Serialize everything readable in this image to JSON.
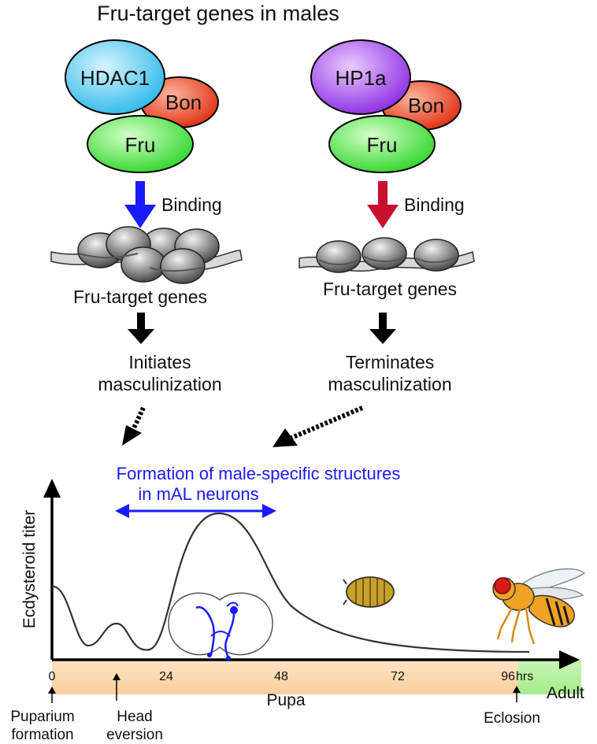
{
  "title": "Fru-target genes in males",
  "left_complex": {
    "proteins": [
      "HDAC1",
      "Bon",
      "Fru"
    ],
    "binding_label": "Binding",
    "genes_label": "Fru-target genes",
    "outcome_line1": "Initiates",
    "outcome_line2": "masculinization",
    "arrow_color": "#1a1aff"
  },
  "right_complex": {
    "proteins": [
      "HP1a",
      "Bon",
      "Fru"
    ],
    "binding_label": "Binding",
    "genes_label": "Fru-target genes",
    "outcome_line1": "Terminates",
    "outcome_line2": "masculinization",
    "arrow_color": "#c8102e"
  },
  "colors": {
    "hdac1": "#39c4f0",
    "hp1a": "#9b3df0",
    "bon": "#e8391d",
    "fru": "#3ee83a",
    "pupa_band": "#fbd8ae",
    "adult_band": "#b8f0a0",
    "highlight_blue": "#1a1aff"
  },
  "timeline": {
    "formation_line1": "Formation of male-specific structures",
    "formation_line2": "in mAL neurons",
    "y_axis_label": "Ecdysteroid titer",
    "ticks": [
      "0",
      "24",
      "48",
      "72",
      "96"
    ],
    "tick_unit": "hrs",
    "stage_pupa": "Pupa",
    "stage_adult": "Adult",
    "event_puparium_line1": "Puparium",
    "event_puparium_line2": "formation",
    "event_head_line1": "Head",
    "event_head_line2": "eversion",
    "event_eclosion": "Eclosion"
  }
}
